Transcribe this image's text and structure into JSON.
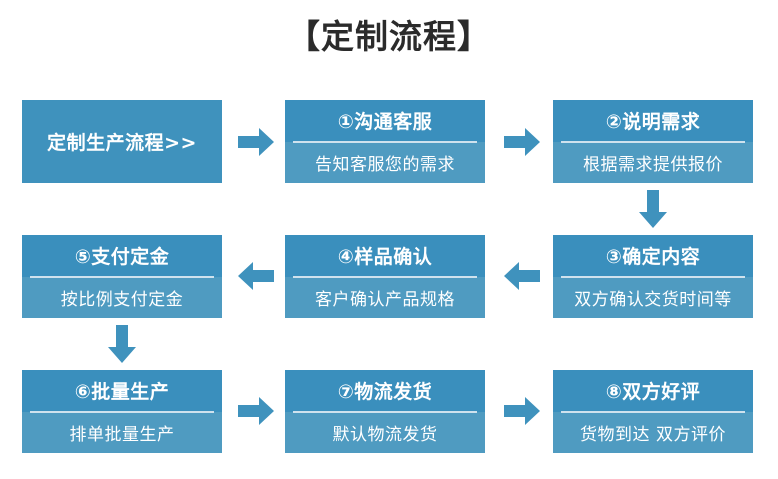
{
  "page": {
    "title": "【定制流程】",
    "accent_color": "#3f92bd",
    "accent_top_color": "#3a8fbd",
    "accent_bottom_color": "#4f9bc1",
    "divider_color": "#cfe2ee",
    "title_color": "#2b2b2b",
    "background_color": "#ffffff"
  },
  "flow": {
    "start": {
      "label": "定制生产流程>>"
    },
    "steps": [
      {
        "id": 1,
        "title": "①沟通客服",
        "subtitle": "告知客服您的需求"
      },
      {
        "id": 2,
        "title": "②说明需求",
        "subtitle": "根据需求提供报价"
      },
      {
        "id": 3,
        "title": "③确定内容",
        "subtitle": "双方确认交货时间等"
      },
      {
        "id": 4,
        "title": "④样品确认",
        "subtitle": "客户确认产品规格"
      },
      {
        "id": 5,
        "title": "⑤支付定金",
        "subtitle": "按比例支付定金"
      },
      {
        "id": 6,
        "title": "⑥批量生产",
        "subtitle": "排单批量生产"
      },
      {
        "id": 7,
        "title": "⑦物流发货",
        "subtitle": "默认物流发货"
      },
      {
        "id": 8,
        "title": "⑧双方好评",
        "subtitle": "货物到达 双方评价"
      }
    ],
    "connectors": [
      {
        "name": "arrow-start-to-1",
        "direction": "right"
      },
      {
        "name": "arrow-1-to-2",
        "direction": "right"
      },
      {
        "name": "arrow-2-to-3",
        "direction": "down"
      },
      {
        "name": "arrow-3-to-4",
        "direction": "left"
      },
      {
        "name": "arrow-4-to-5",
        "direction": "left"
      },
      {
        "name": "arrow-5-to-6",
        "direction": "down"
      },
      {
        "name": "arrow-6-to-7",
        "direction": "right"
      },
      {
        "name": "arrow-7-to-8",
        "direction": "right"
      }
    ]
  }
}
